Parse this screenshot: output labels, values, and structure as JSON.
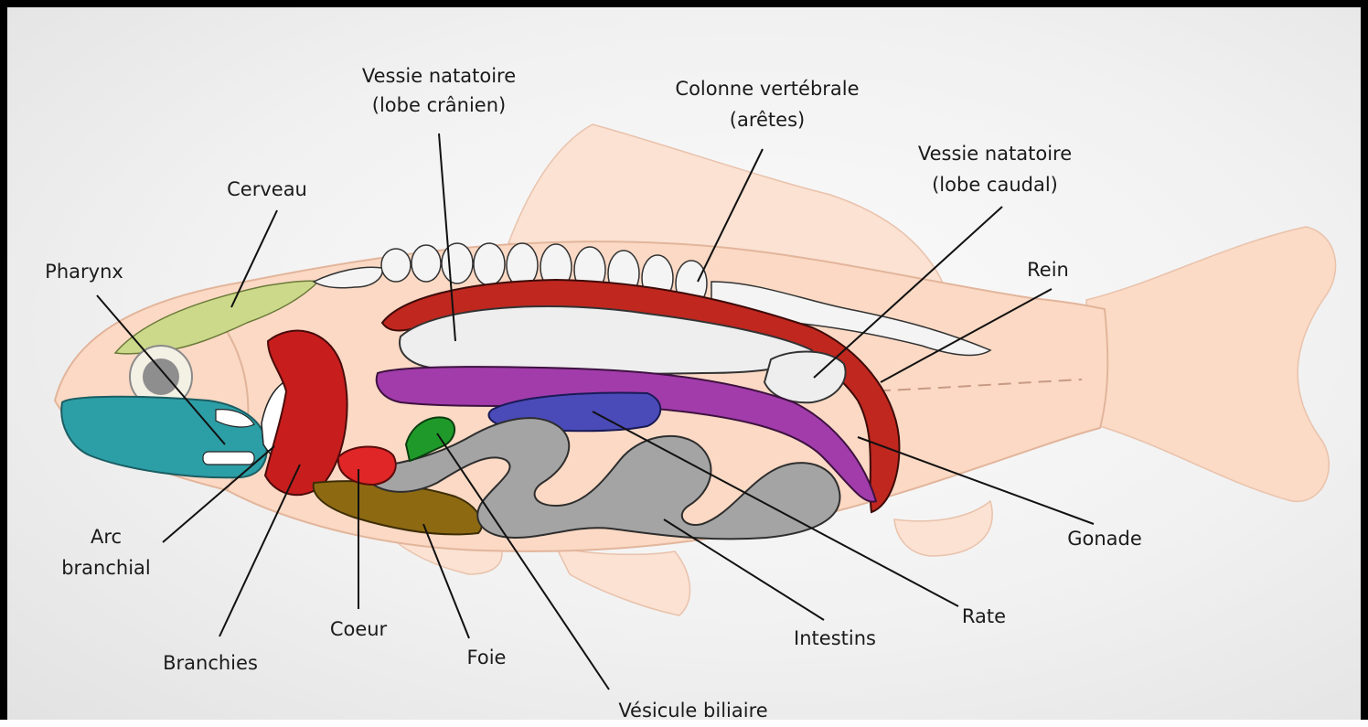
{
  "labels": {
    "vessie_cranien_1": "Vessie natatoire",
    "vessie_cranien_2": "(lobe crânien)",
    "colonne_1": "Colonne vertébrale",
    "colonne_2": "(arêtes)",
    "vessie_caudal_1": "Vessie natatoire",
    "vessie_caudal_2": "(lobe caudal)",
    "cerveau": "Cerveau",
    "pharynx": "Pharynx",
    "rein": "Rein",
    "arc_1": "Arc",
    "arc_2": "branchial",
    "gonade": "Gonade",
    "coeur": "Coeur",
    "rate": "Rate",
    "intestins": "Intestins",
    "branchies": "Branchies",
    "foie": "Foie",
    "vesicule": "Vésicule biliaire"
  },
  "colors": {
    "body": "#fbd9c4",
    "fin": "#fbe2d3",
    "kidney": "#c0271f",
    "gills": "#c81d1d",
    "swim_bladder": "#eeeeee",
    "gonad": "#a23cab",
    "spleen": "#4a4ab8",
    "intestine": "#a4a4a4",
    "liver": "#8d6a12",
    "heart": "#e02626",
    "gall_bladder": "#1f9a2a",
    "brain": "#cdd98a",
    "pharynx": "#2c9ea6"
  }
}
